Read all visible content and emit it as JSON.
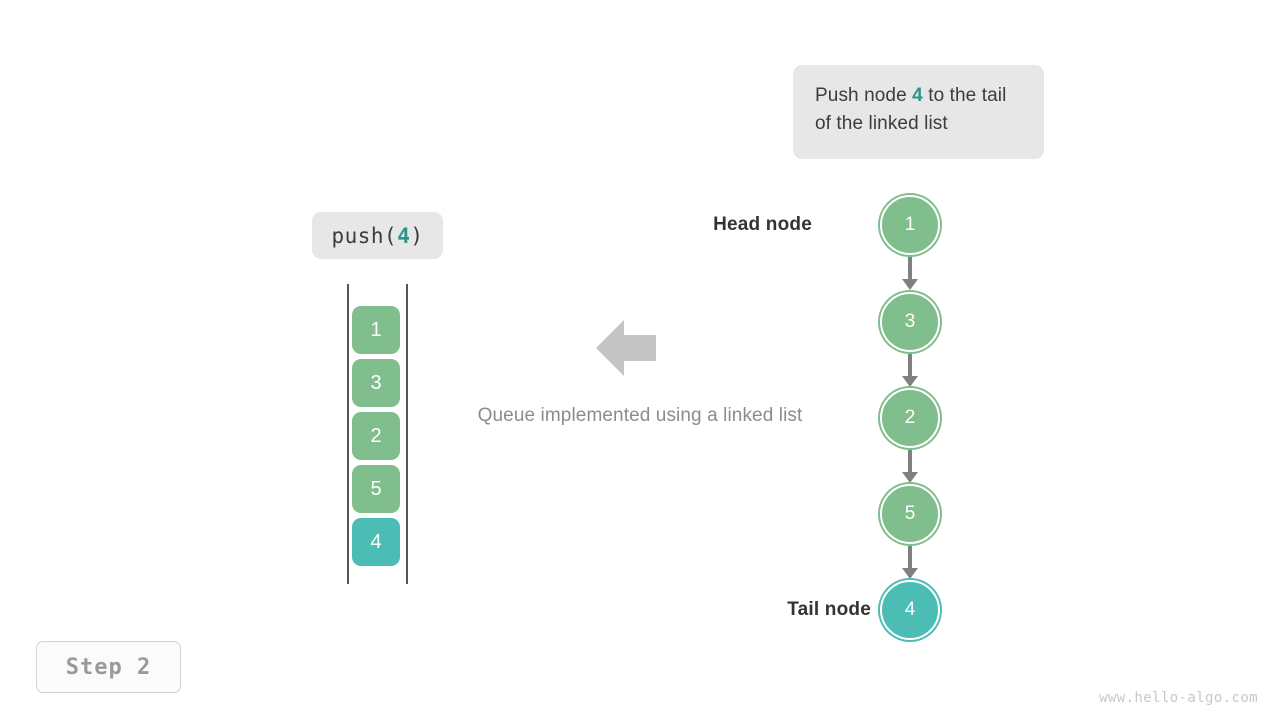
{
  "callout": {
    "text_before": "Push node ",
    "accent": "4",
    "text_after": " to the tail of the linked list"
  },
  "operation": {
    "name": "push",
    "open_paren": "(",
    "argument": "4",
    "close_paren": ")"
  },
  "queue": {
    "items": [
      {
        "value": "1",
        "color": "green"
      },
      {
        "value": "3",
        "color": "green"
      },
      {
        "value": "2",
        "color": "green"
      },
      {
        "value": "5",
        "color": "green"
      },
      {
        "value": "4",
        "color": "teal"
      }
    ]
  },
  "caption": {
    "text": "Queue implemented using a linked list"
  },
  "linked_list": {
    "head_label": "Head node",
    "tail_label": "Tail node",
    "nodes": [
      {
        "value": "1",
        "color": "green"
      },
      {
        "value": "3",
        "color": "green"
      },
      {
        "value": "2",
        "color": "green"
      },
      {
        "value": "5",
        "color": "green"
      },
      {
        "value": "4",
        "color": "teal"
      }
    ]
  },
  "step": {
    "label": "Step 2"
  },
  "watermark": {
    "text": "www.hello-algo.com"
  },
  "colors": {
    "green": "#81be8d",
    "teal": "#4cbdb5",
    "accent_teal": "#2e9389",
    "badge_bg": "#e7e7e7",
    "arrow_gray": "#c4c4c4",
    "link_gray": "#808080"
  }
}
